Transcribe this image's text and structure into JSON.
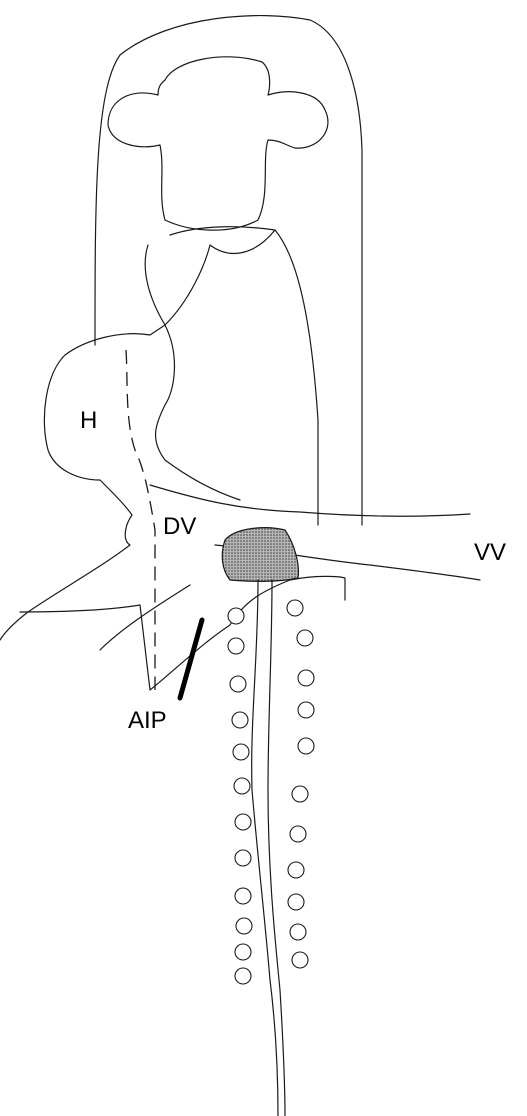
{
  "labels": {
    "heart": "H",
    "ductus_venosus": "DV",
    "vitelline_vein": "VV",
    "anterior_intestinal_portal": "AIP"
  },
  "colors": {
    "line": "#1a1a1a",
    "hatched_region_fill": "#9a9a9a",
    "background": "#ffffff"
  },
  "somite_count": {
    "left_column": 12,
    "right_column": 11
  }
}
